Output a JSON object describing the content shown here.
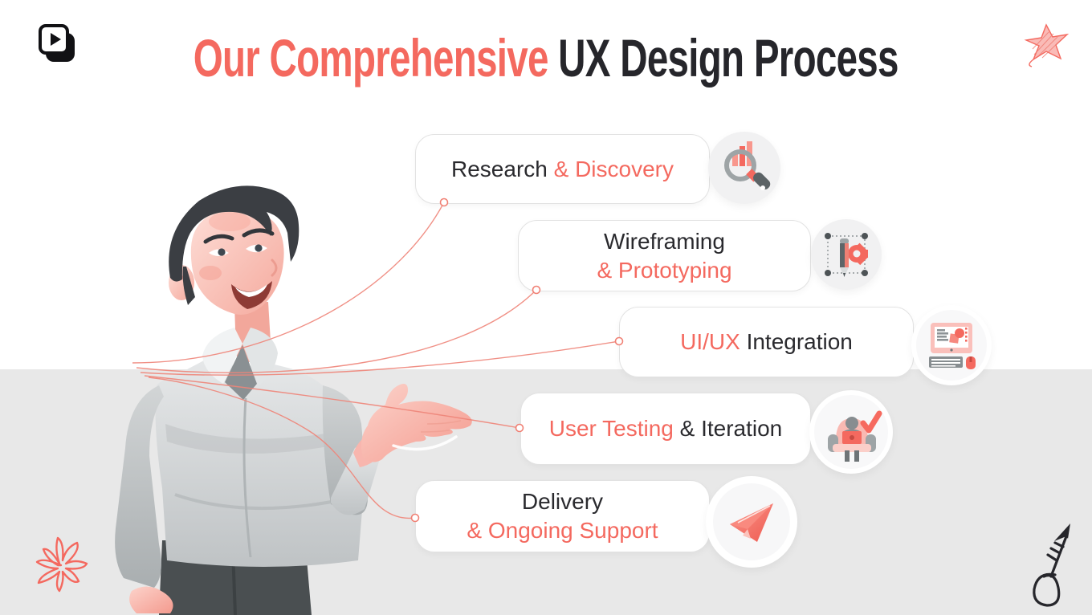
{
  "title": {
    "accent": "Our Comprehensive",
    "rest": " UX Design Process"
  },
  "steps": [
    {
      "seg1": "Research ",
      "seg2": "& Discovery",
      "icon": "magnifier-analytics-icon"
    },
    {
      "seg1": "Wireframing",
      "seg2": "& Prototyping",
      "icon": "pencil-gear-artboard-icon"
    },
    {
      "seg1": "UI/UX ",
      "seg2": "Integration",
      "icon": "desktop-computer-icon"
    },
    {
      "seg1": "User Testing ",
      "seg2": "& Iteration",
      "icon": "user-testing-check-icon"
    },
    {
      "seg1": "Delivery",
      "seg2": "& Ongoing Support",
      "icon": "paper-plane-icon"
    }
  ],
  "colors": {
    "accent": "#F4695F",
    "dark_text": "#26262B",
    "band_gray": "#E8E8E8",
    "box_border": "#E2E2E2",
    "icon_circle_gray": "#F1F1F2"
  },
  "decor": {
    "top_left": "play-button-logo",
    "top_right": "scribble-star",
    "bottom_left": "flower-doodle",
    "bottom_right": "hand-drawn-arrow",
    "illustration": "smiling-man-presenting"
  }
}
